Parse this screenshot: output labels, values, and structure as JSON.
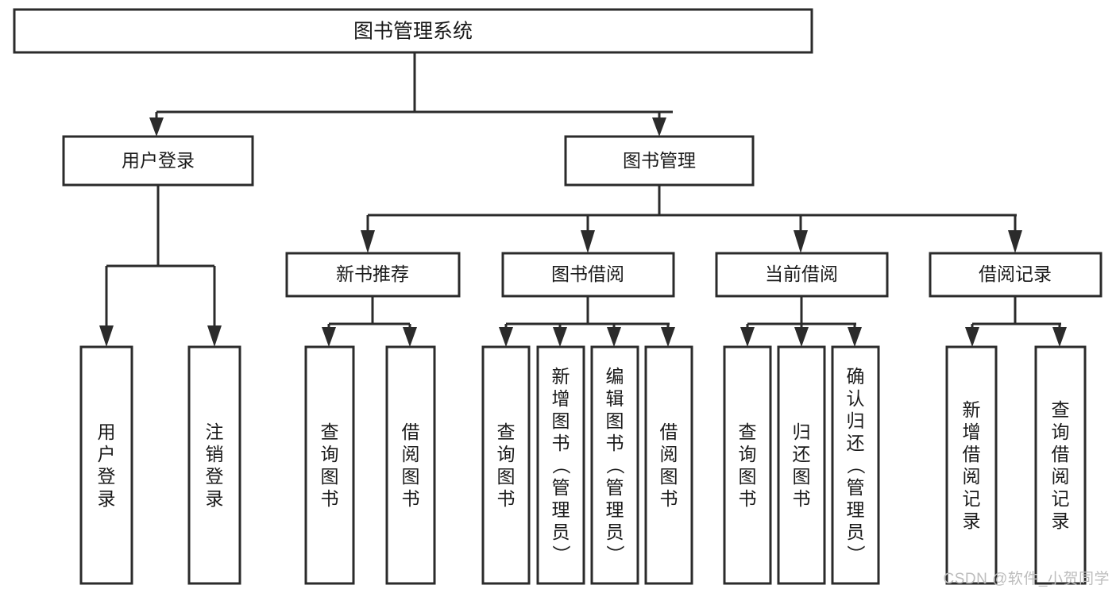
{
  "diagram": {
    "type": "tree",
    "orientation": "top-down",
    "title": "图书管理系统",
    "colors": {
      "background": "#ffffff",
      "box_fill": "#ffffff",
      "box_stroke": "#2b2b2b",
      "connector": "#2b2b2b",
      "text": "#1a1a1a",
      "watermark": "#bdbdbd"
    }
  },
  "root": {
    "label": "图书管理系统"
  },
  "level2": [
    {
      "label": "用户登录"
    },
    {
      "label": "图书管理"
    }
  ],
  "level3": [
    {
      "label": "新书推荐"
    },
    {
      "label": "图书借阅"
    },
    {
      "label": "当前借阅"
    },
    {
      "label": "借阅记录"
    }
  ],
  "leaves": {
    "user_login": [
      {
        "label": "用户登录",
        "chars": [
          "用",
          "户",
          "登",
          "录"
        ]
      },
      {
        "label": "注销登录",
        "chars": [
          "注",
          "销",
          "登",
          "录"
        ]
      }
    ],
    "new_book": [
      {
        "label": "查询图书",
        "chars": [
          "查",
          "询",
          "图",
          "书"
        ]
      },
      {
        "label": "借阅图书",
        "chars": [
          "借",
          "阅",
          "图",
          "书"
        ]
      }
    ],
    "book_borrow": [
      {
        "label": "查询图书",
        "chars": [
          "查",
          "询",
          "图",
          "书"
        ]
      },
      {
        "label": "新增图书（管理员）",
        "chars": [
          "新",
          "增",
          "图",
          "书",
          "（",
          "管",
          "理",
          "员",
          "）"
        ]
      },
      {
        "label": "编辑图书（管理员）",
        "chars": [
          "编",
          "辑",
          "图",
          "书",
          "（",
          "管",
          "理",
          "员",
          "）"
        ]
      },
      {
        "label": "借阅图书",
        "chars": [
          "借",
          "阅",
          "图",
          "书"
        ]
      }
    ],
    "current_borrow": [
      {
        "label": "查询图书",
        "chars": [
          "查",
          "询",
          "图",
          "书"
        ]
      },
      {
        "label": "归还图书",
        "chars": [
          "归",
          "还",
          "图",
          "书"
        ]
      },
      {
        "label": "确认归还（管理员）",
        "chars": [
          "确",
          "认",
          "归",
          "还",
          "（",
          "管",
          "理",
          "员",
          "）"
        ]
      }
    ],
    "borrow_record": [
      {
        "label": "新增借阅记录",
        "chars": [
          "新",
          "增",
          "借",
          "阅",
          "记",
          "录"
        ]
      },
      {
        "label": "查询借阅记录",
        "chars": [
          "查",
          "询",
          "借",
          "阅",
          "记",
          "录"
        ]
      }
    ]
  },
  "watermark": {
    "text": "CSDN @软件_小贺同学"
  }
}
